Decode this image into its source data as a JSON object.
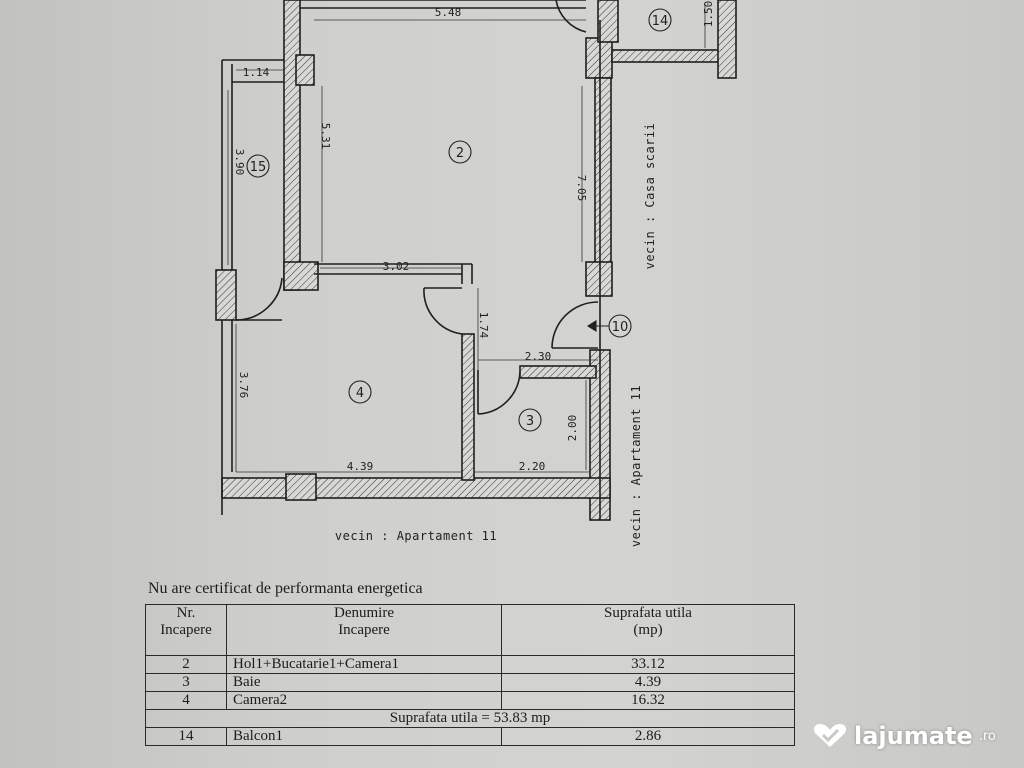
{
  "plan": {
    "dimensions": {
      "top_width": "5.48",
      "balcony_depth": "1.50",
      "balcony_15_width": "1.14",
      "balcony_15_length": "3.90",
      "room2_left": "5.31",
      "room2_right": "7.05",
      "partition": "3.02",
      "hall": "1.74",
      "bath_top": "2.30",
      "room4_height": "3.76",
      "room4_width": "4.39",
      "bath_width": "2.20",
      "bath_height": "2.00"
    },
    "rooms": {
      "r2": "2",
      "r3": "3",
      "r4": "4",
      "r10": "10",
      "r14": "14",
      "r15": "15"
    },
    "labels": {
      "stairwell": "vecin : Casa scarii",
      "neighbor_bottom": "vecin : Apartament 11",
      "neighbor_right": "vecin : Apartament 11"
    }
  },
  "energy_note": "Nu are certificat de performanta energetica",
  "table": {
    "headers": {
      "nr": [
        "Nr.",
        "Incapere"
      ],
      "name": [
        "Denumire",
        "Incapere"
      ],
      "area": [
        "Suprafata utila",
        "(mp)"
      ]
    },
    "rows": [
      {
        "nr": "2",
        "name": "Hol1+Bucatarie1+Camera1",
        "area": "33.12"
      },
      {
        "nr": "3",
        "name": "Baie",
        "area": "4.39"
      },
      {
        "nr": "4",
        "name": "Camera2",
        "area": "16.32"
      }
    ],
    "total": "Suprafata utila = 53.83 mp",
    "rows_after": [
      {
        "nr": "14",
        "name": "Balcon1",
        "area": "2.86"
      }
    ]
  },
  "watermark": {
    "brand": "lajumate",
    "tld": ".ro"
  }
}
